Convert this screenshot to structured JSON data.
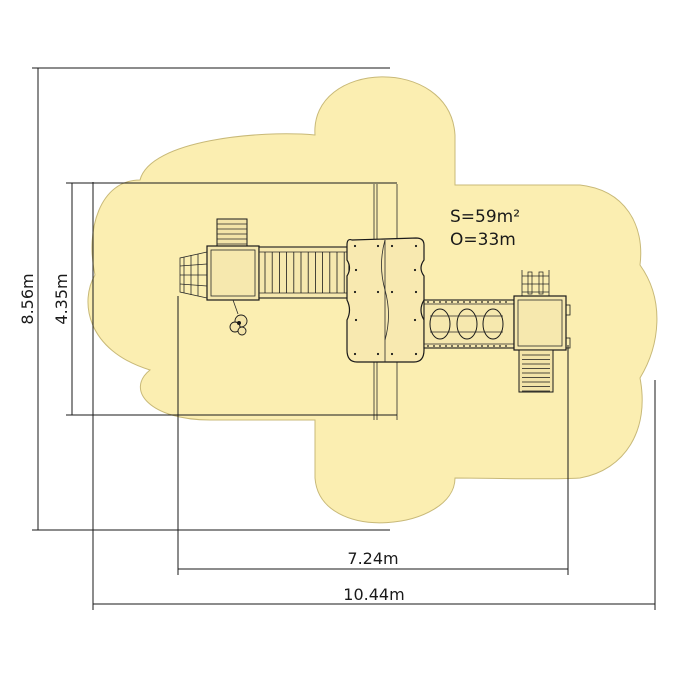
{
  "colors": {
    "safety_zone": "#fbeeb1",
    "safety_zone_stroke": "#c8b978",
    "lines": "#1a1a1a",
    "deck": "#f8e9b0",
    "background": "#ffffff"
  },
  "labels": {
    "area": "S=59m²",
    "perimeter": "O=33m",
    "width_outer": "10.44m",
    "width_inner": "7.24m",
    "height_outer": "8.56m",
    "height_inner": "4.35m"
  }
}
